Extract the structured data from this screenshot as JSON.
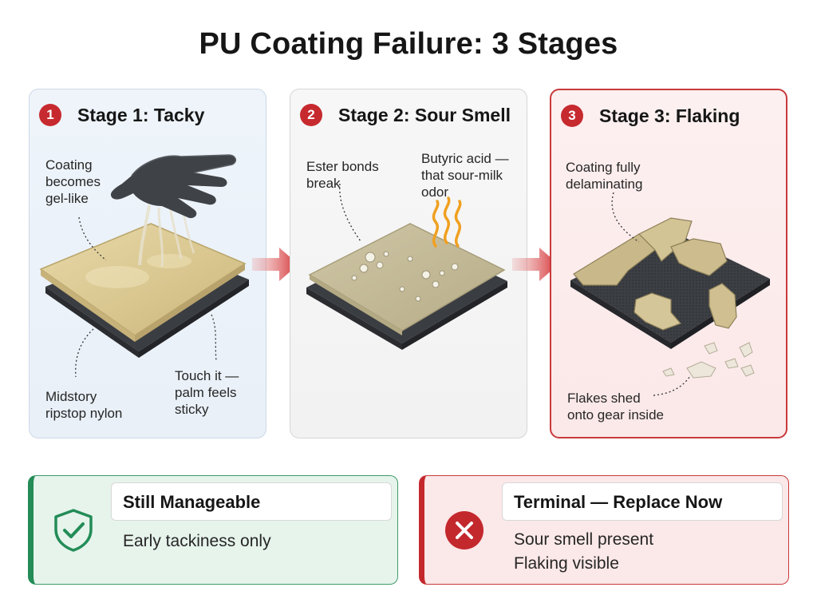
{
  "title": "PU Coating Failure: 3 Stages",
  "colors": {
    "accent_red": "#c62a2f",
    "safe_green": "#238c57",
    "stage1_bg": "#eef4fa",
    "stage2_bg": "#f7f7f7",
    "stage3_bg": "#fdf0f0"
  },
  "stages": [
    {
      "number": "1",
      "title": "Stage 1: Tacky",
      "icon": "hand-icon",
      "notes": [
        "Coating\nbecomes\ngel-like",
        "Touch it —\npalm feels\nsticky",
        "Midstory\nripstop nylon"
      ]
    },
    {
      "number": "2",
      "title": "Stage 2: Sour Smell",
      "icon": "odor-waves-icon",
      "notes": [
        "Ester bonds\nbreak",
        "Butyric acid —\nthat sour-milk\nodor"
      ]
    },
    {
      "number": "3",
      "title": "Stage 3: Flaking",
      "icon": "flakes-icon",
      "notes": [
        "Coating fully\ndelaminating",
        "Flakes shed\nonto gear inside"
      ]
    }
  ],
  "status": {
    "ok": {
      "label": "Still Manageable",
      "icon": "shield-check-icon",
      "lines": [
        "Early tackiness only"
      ]
    },
    "bad": {
      "label": "Terminal — Replace Now",
      "icon": "x-circle-icon",
      "lines": [
        "Sour smell present",
        "Flaking visible"
      ]
    }
  }
}
